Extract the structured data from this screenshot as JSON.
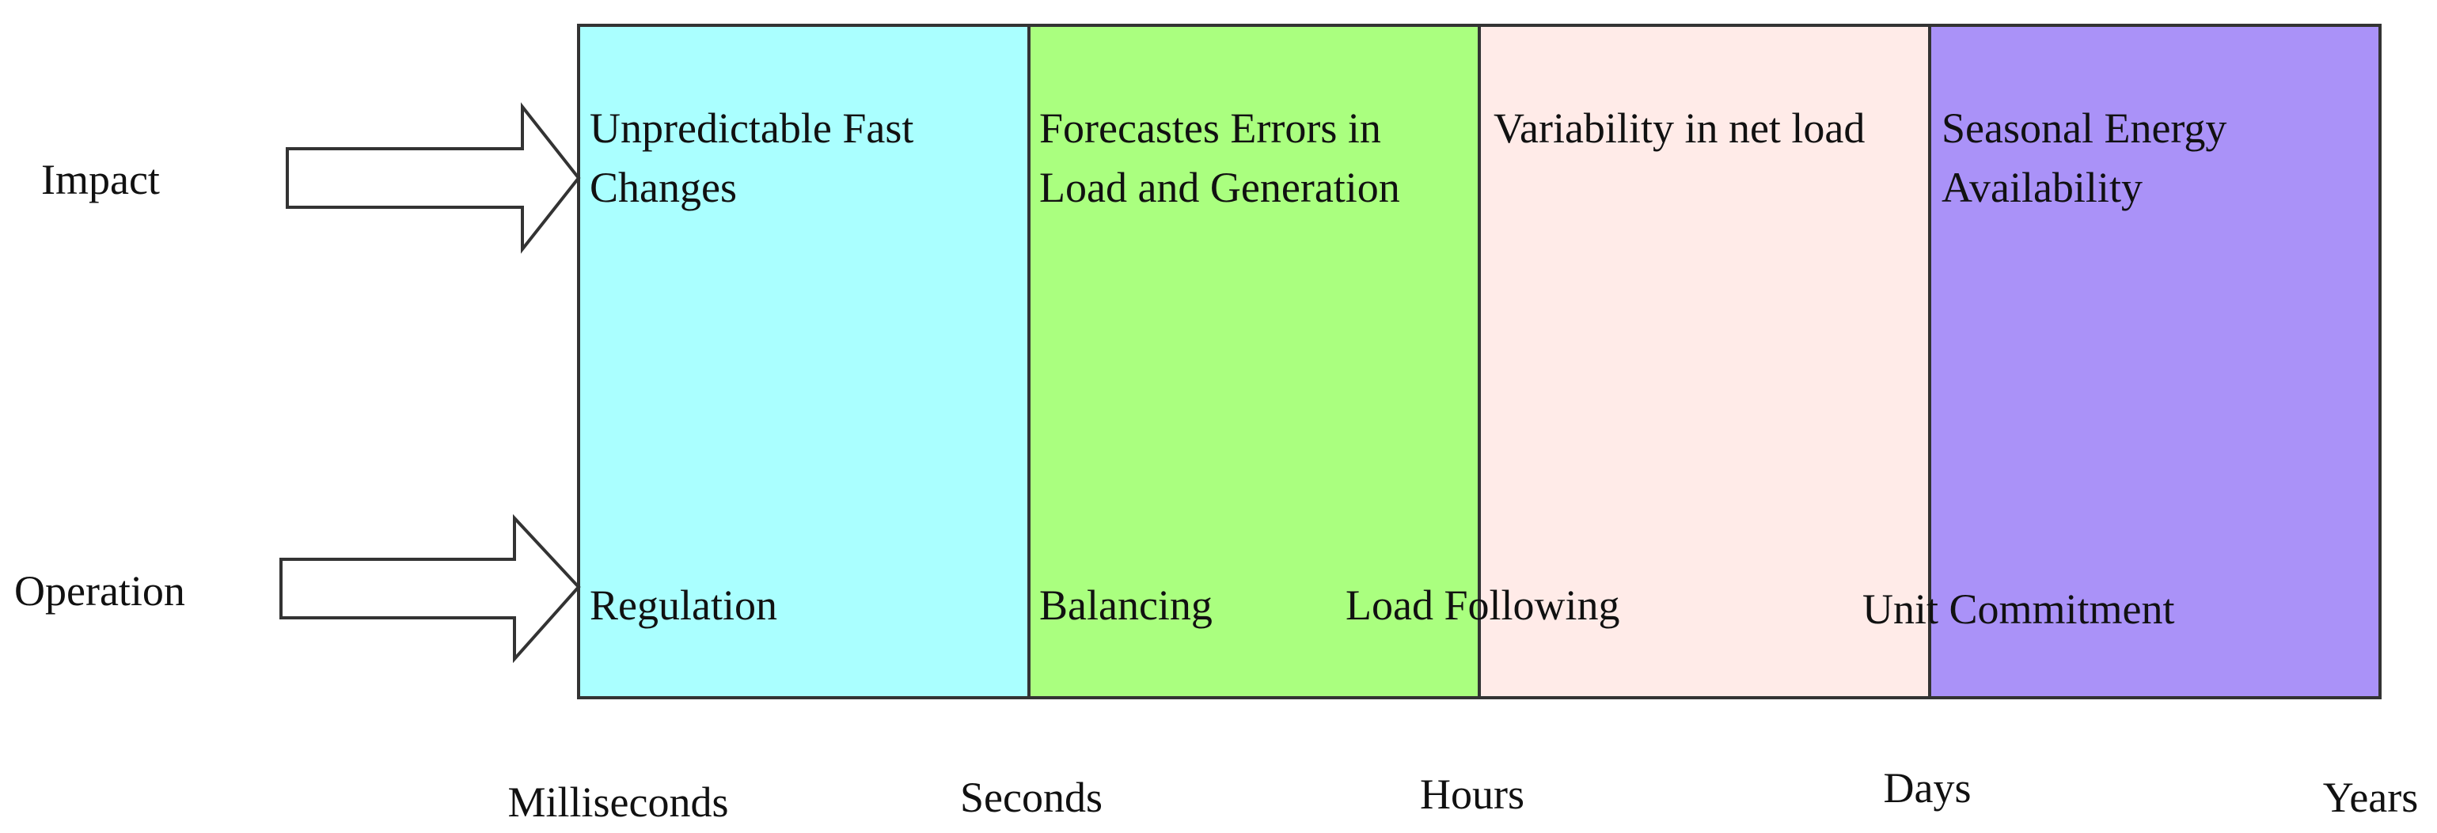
{
  "rows": {
    "impact_label": "Impact",
    "operation_label": "Operation"
  },
  "bands": [
    {
      "impact_lines": [
        "Unpredictable Fast",
        "Changes"
      ],
      "color": "#aaffff"
    },
    {
      "impact_lines": [
        "Forecastes Errors in",
        "Load and Generation"
      ],
      "color": "#aaff7f"
    },
    {
      "impact_lines": [
        "Variability in net load"
      ],
      "color": "#ffebe8"
    },
    {
      "impact_lines": [
        "Seasonal Energy",
        "Availability"
      ],
      "color": "#aa92f8"
    }
  ],
  "operations": [
    "Regulation",
    "Balancing",
    "Load Following",
    "Unit Commitment"
  ],
  "timescale": [
    "Milliseconds",
    "Seconds",
    "Hours",
    "Days",
    "Years"
  ],
  "colors": {
    "stroke": "#333333",
    "text": "#111111",
    "arrow_fill": "#ffffff"
  }
}
